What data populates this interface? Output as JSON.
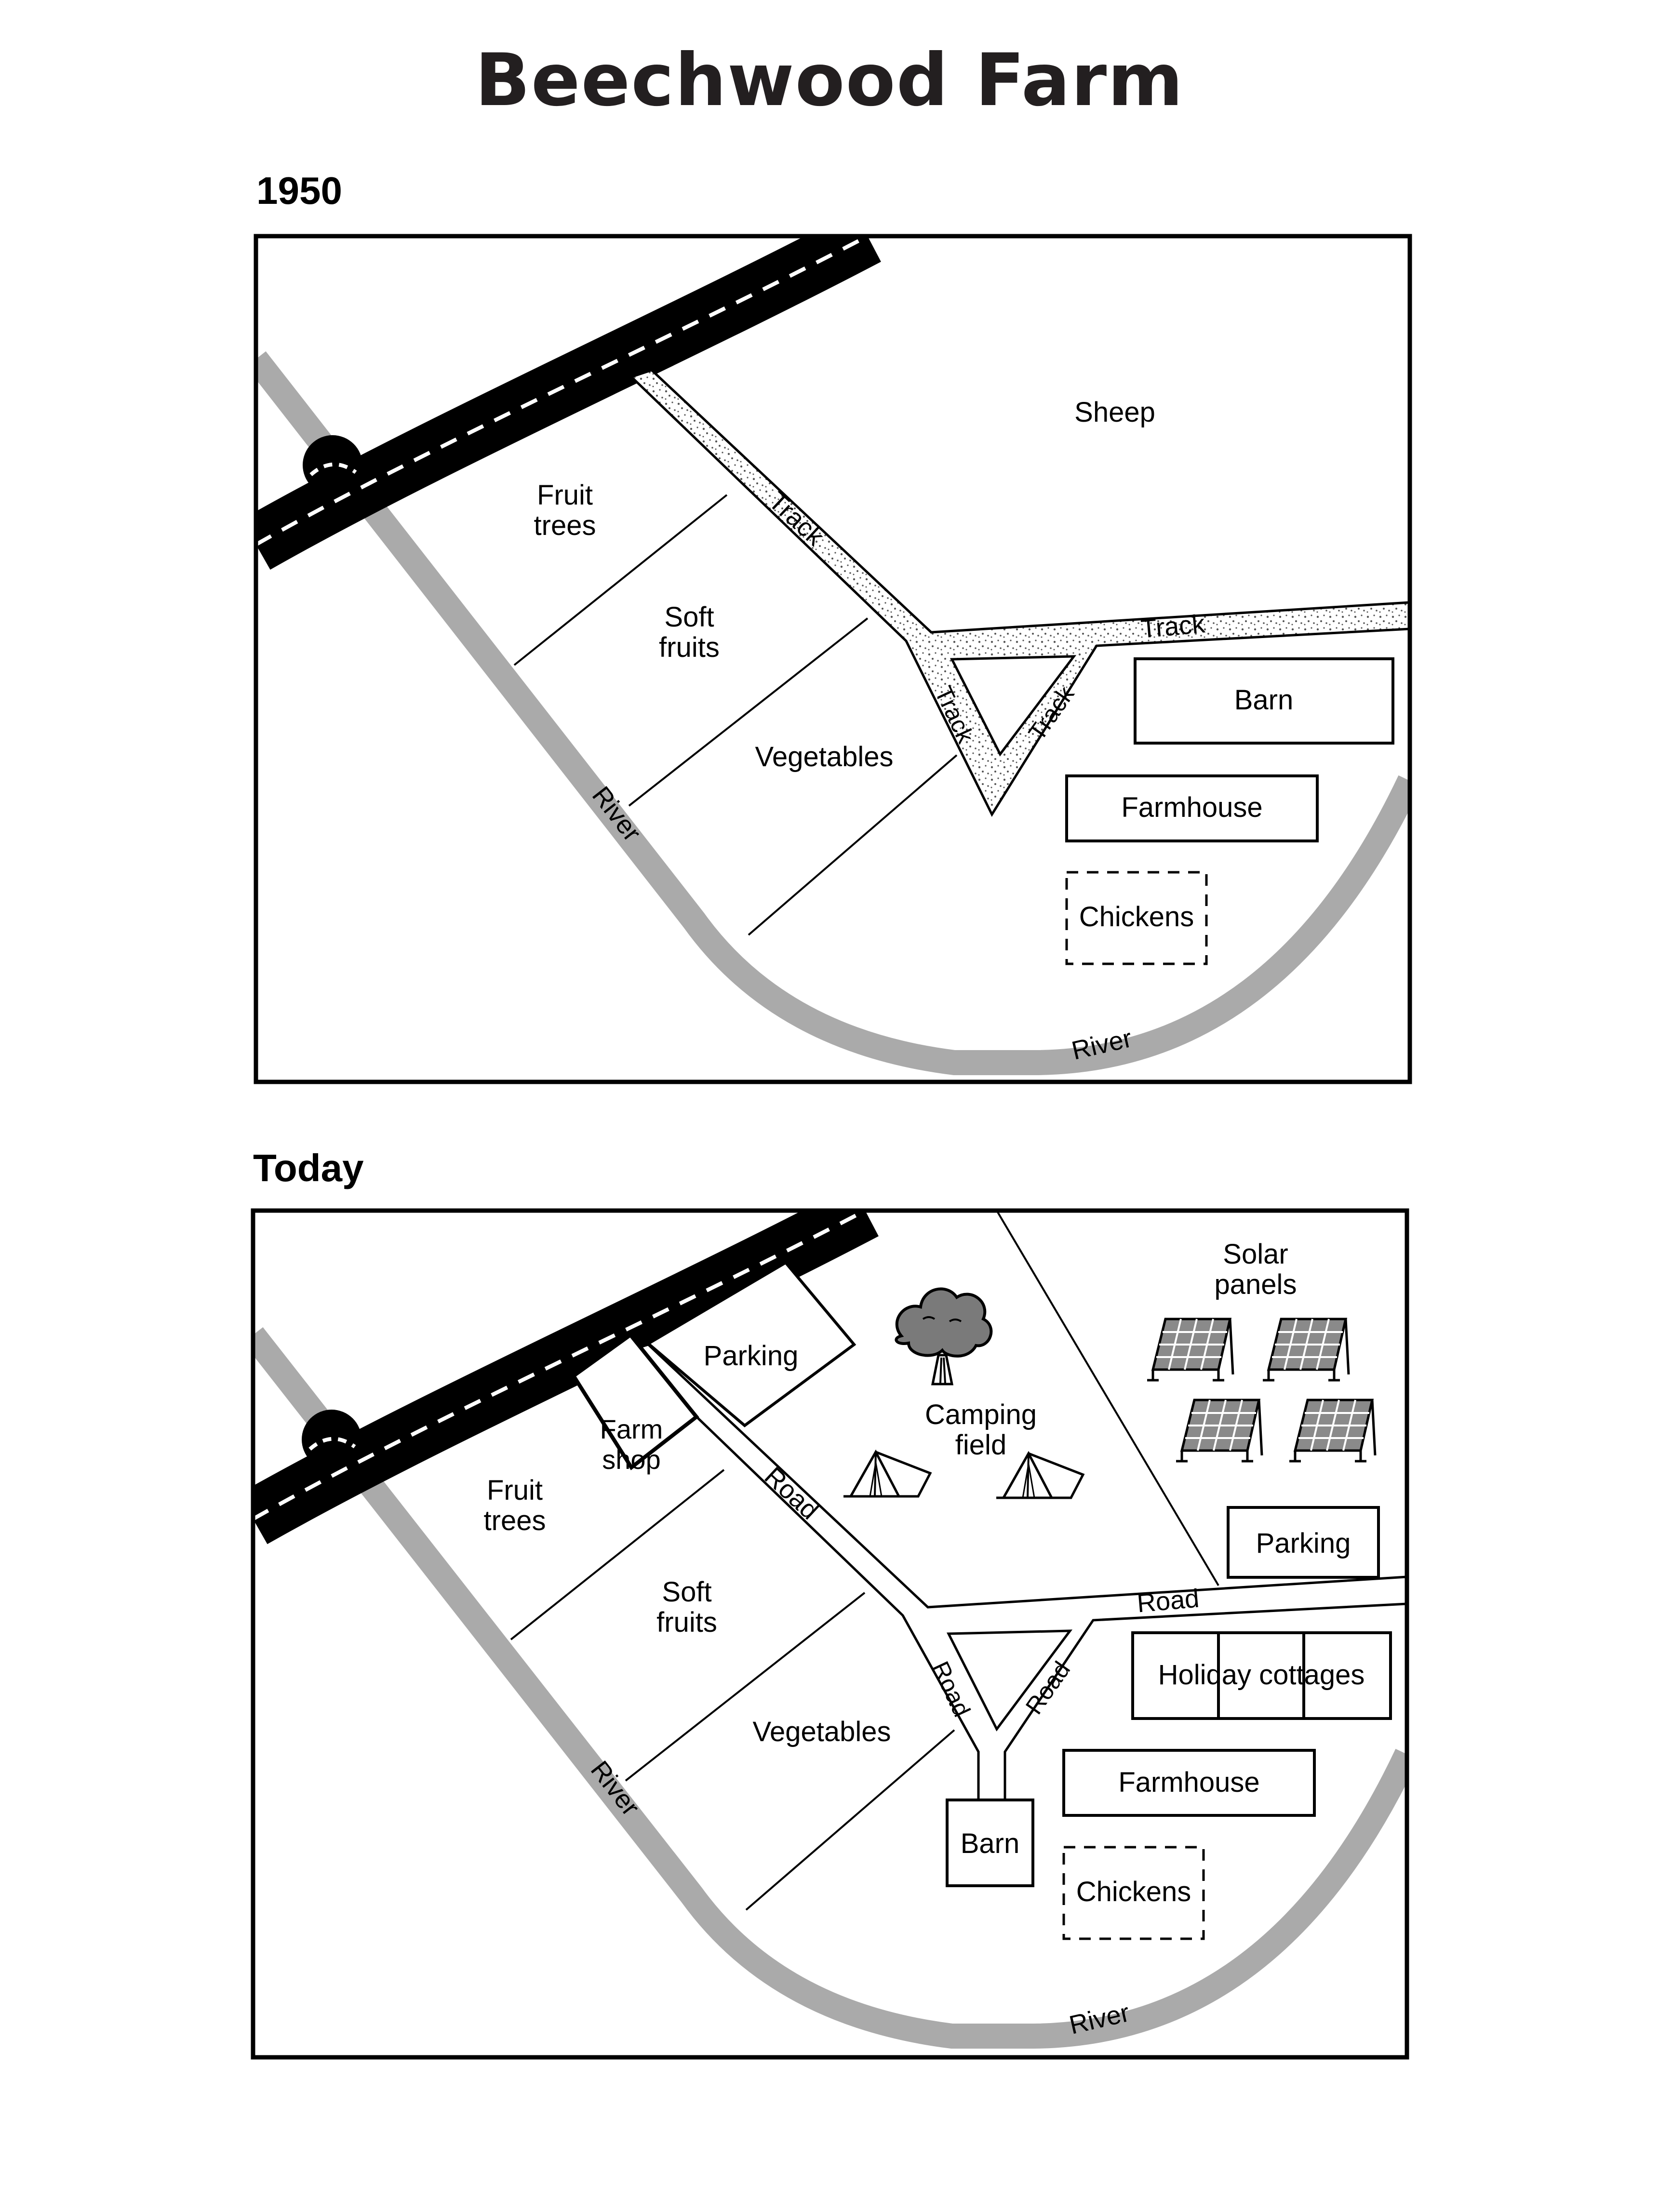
{
  "title": "Beechwood Farm",
  "map_1950": {
    "period": "1950",
    "labels": {
      "sheep": "Sheep",
      "fruit_trees_1": "Fruit",
      "fruit_trees_2": "trees",
      "soft_fruits_1": "Soft",
      "soft_fruits_2": "fruits",
      "vegetables": "Vegetables",
      "track_a": "Track",
      "track_b": "Track",
      "track_c": "Track",
      "track_d": "Track",
      "barn": "Barn",
      "farmhouse": "Farmhouse",
      "chickens": "Chickens",
      "river_a": "River",
      "river_b": "River"
    }
  },
  "map_today": {
    "period": "Today",
    "labels": {
      "solar_1": "Solar",
      "solar_2": "panels",
      "parking_top": "Parking",
      "farm_shop_1": "Farm",
      "farm_shop_2": "shop",
      "camping_1": "Camping",
      "camping_2": "field",
      "fruit_trees_1": "Fruit",
      "fruit_trees_2": "trees",
      "soft_fruits_1": "Soft",
      "soft_fruits_2": "fruits",
      "vegetables": "Vegetables",
      "road_a": "Road",
      "road_b": "Road",
      "road_c": "Road",
      "road_d": "Road",
      "parking_right": "Parking",
      "holiday_cottages": "Holiday cottages",
      "farmhouse": "Farmhouse",
      "barn": "Barn",
      "chickens": "Chickens",
      "river_a": "River",
      "river_b": "River"
    }
  },
  "icons": [
    "tree-icon",
    "tent-icon",
    "solar-panel-icon"
  ],
  "colors": {
    "river": "#aaaaaa",
    "main_road": "#000000",
    "track_fill": "#f4f4f4",
    "outline": "#000000"
  }
}
